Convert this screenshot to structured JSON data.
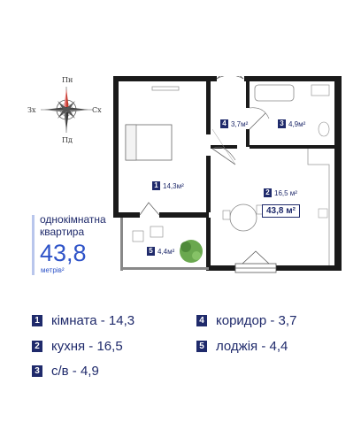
{
  "compass": {
    "n": "Пн",
    "s": "Пд",
    "e": "Сх",
    "w": "Зх"
  },
  "summary": {
    "type": "однокімнатна квартира",
    "area": "43,8",
    "unit": "метрів²"
  },
  "plan_labels": {
    "total": "43,8 м²",
    "rooms": [
      {
        "num": "1",
        "area": "14,3м²"
      },
      {
        "num": "2",
        "area": "16,5 м²"
      },
      {
        "num": "3",
        "area": "4,9м²"
      },
      {
        "num": "4",
        "area": "3,7м²"
      },
      {
        "num": "5",
        "area": "4,4м²"
      }
    ]
  },
  "legend": [
    {
      "num": "1",
      "text": "кімната - 14,3"
    },
    {
      "num": "2",
      "text": "кухня - 16,5"
    },
    {
      "num": "3",
      "text": "с/в - 4,9"
    },
    {
      "num": "4",
      "text": "коридор - 3,7"
    },
    {
      "num": "5",
      "text": "лоджія - 4,4"
    }
  ],
  "colors": {
    "accent": "#2e53c8",
    "navy": "#1f2a6b",
    "wall": "#1a1a1a",
    "plant": "#6aa84f"
  }
}
